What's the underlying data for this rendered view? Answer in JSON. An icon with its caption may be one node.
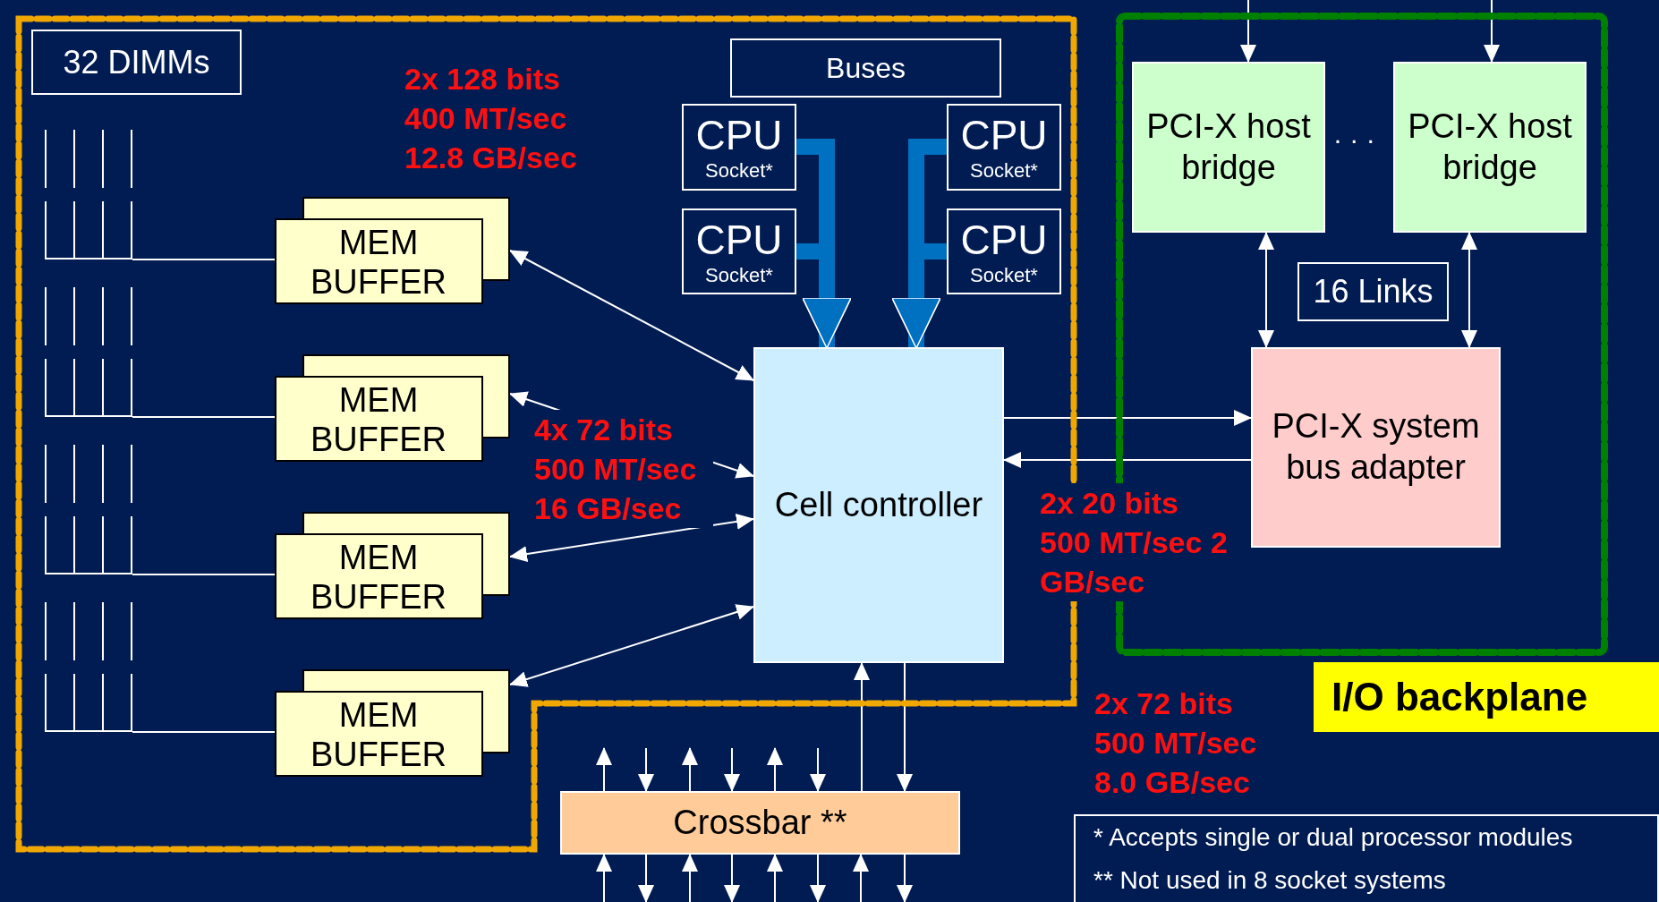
{
  "diagram": {
    "nodes": [
      {
        "text": [],
        "shape": "box"
      },
      {
        "text": [
          "32 DIMMs"
        ],
        "in": 0
      },
      {
        "text": [
          "Buses"
        ],
        "in": 0
      },
      {
        "text": [
          "CPU",
          "Socket*"
        ],
        "in": 0
      },
      {
        "text": [
          "CPU",
          "Socket*"
        ],
        "in": 0
      },
      {
        "text": [
          "CPU",
          "Socket*"
        ],
        "in": 0
      },
      {
        "text": [
          "CPU",
          "Socket*"
        ],
        "in": 0
      },
      {
        "text": [],
        "shape": "bar",
        "in": 0
      },
      {
        "text": [
          "MEM BUFFER"
        ],
        "in": 0
      },
      {
        "text": [],
        "shape": "bar",
        "in": 0
      },
      {
        "text": [
          "MEM BUFFER"
        ],
        "in": 0
      },
      {
        "text": [],
        "shape": "bar",
        "in": 0
      },
      {
        "text": [
          "MEM BUFFER"
        ],
        "in": 0
      },
      {
        "text": [],
        "shape": "bar",
        "in": 0
      },
      {
        "text": [
          "MEM BUFFER"
        ],
        "in": 0
      },
      {
        "text": [
          "Cell controller"
        ],
        "in": 0
      },
      {
        "text": [
          "I/O backplane"
        ]
      },
      {
        "text": [
          "PCI-X host bridge"
        ],
        "in": 16
      },
      {
        "text": [
          "PCI-X host bridge"
        ],
        "in": 16
      },
      {
        "text": [
          "16 Links"
        ],
        "in": 16
      },
      {
        "text": [
          "PCI-X system bus adapter"
        ],
        "in": 16
      },
      {
        "text": [
          "Crossbar **"
        ]
      }
    ],
    "edges": [
      {
        "from": 3,
        "to": 15,
        "arrow": "to",
        "style": "thick",
        "color": "#0070c0"
      },
      {
        "from": 5,
        "to": 15,
        "arrow": "to",
        "style": "thick",
        "color": "#0070c0"
      },
      {
        "from": 4,
        "to": 15,
        "arrow": "to",
        "style": "thick",
        "color": "#0070c0"
      },
      {
        "from": 6,
        "to": 15,
        "arrow": "to",
        "style": "thick",
        "color": "#0070c0"
      },
      {
        "from": 7,
        "to": 8,
        "arrow": "none"
      },
      {
        "from": 9,
        "to": 10,
        "arrow": "none"
      },
      {
        "from": 11,
        "to": 12,
        "arrow": "none"
      },
      {
        "from": 13,
        "to": 14,
        "arrow": "none"
      },
      {
        "from": 8,
        "to": 15,
        "arrow": "both"
      },
      {
        "from": 10,
        "to": 15,
        "arrow": "both"
      },
      {
        "from": 12,
        "to": 15,
        "arrow": "both"
      },
      {
        "from": 14,
        "to": 15,
        "arrow": "both"
      },
      {
        "from": 15,
        "to": 20,
        "arrow": "to"
      },
      {
        "from": 20,
        "to": 15,
        "arrow": "to"
      },
      {
        "from": null,
        "to": 17,
        "arrow": "to"
      },
      {
        "from": null,
        "to": 18,
        "arrow": "to"
      },
      {
        "from": 17,
        "to": 20,
        "arrow": "both"
      },
      {
        "from": 18,
        "to": 20,
        "arrow": "both"
      },
      {
        "from": 21,
        "to": 15,
        "arrow": "to"
      },
      {
        "from": 15,
        "to": 21,
        "arrow": "to"
      },
      {
        "from": 21,
        "to": null,
        "arrow": "to"
      },
      {
        "from": null,
        "to": 21,
        "arrow": "to"
      },
      {
        "from": 21,
        "to": null,
        "arrow": "to"
      },
      {
        "from": null,
        "to": 21,
        "arrow": "to"
      },
      {
        "from": 21,
        "to": null,
        "arrow": "to"
      },
      {
        "from": null,
        "to": 21,
        "arrow": "to"
      },
      {
        "from": null,
        "to": 21,
        "arrow": "to"
      },
      {
        "from": 21,
        "to": null,
        "arrow": "to"
      },
      {
        "from": null,
        "to": 21,
        "arrow": "to"
      },
      {
        "from": 21,
        "to": null,
        "arrow": "to"
      },
      {
        "from": null,
        "to": 21,
        "arrow": "to"
      },
      {
        "from": 21,
        "to": null,
        "arrow": "to"
      },
      {
        "from": null,
        "to": 21,
        "arrow": "to"
      },
      {
        "from": 21,
        "to": null,
        "arrow": "to"
      }
    ],
    "labels": [
      "2x 128 bits 400 MT/sec 12.8 GB/sec",
      "· · ·",
      "4x 72 bits 500 MT/sec 16 GB/sec",
      "2x 20 bits 500 MT/sec 2 GB/sec",
      "2x 72 bits 500 MT/sec 8.0 GB/sec",
      "* Accepts single or dual processor modules",
      "** Not used in 8 socket systems"
    ]
  }
}
